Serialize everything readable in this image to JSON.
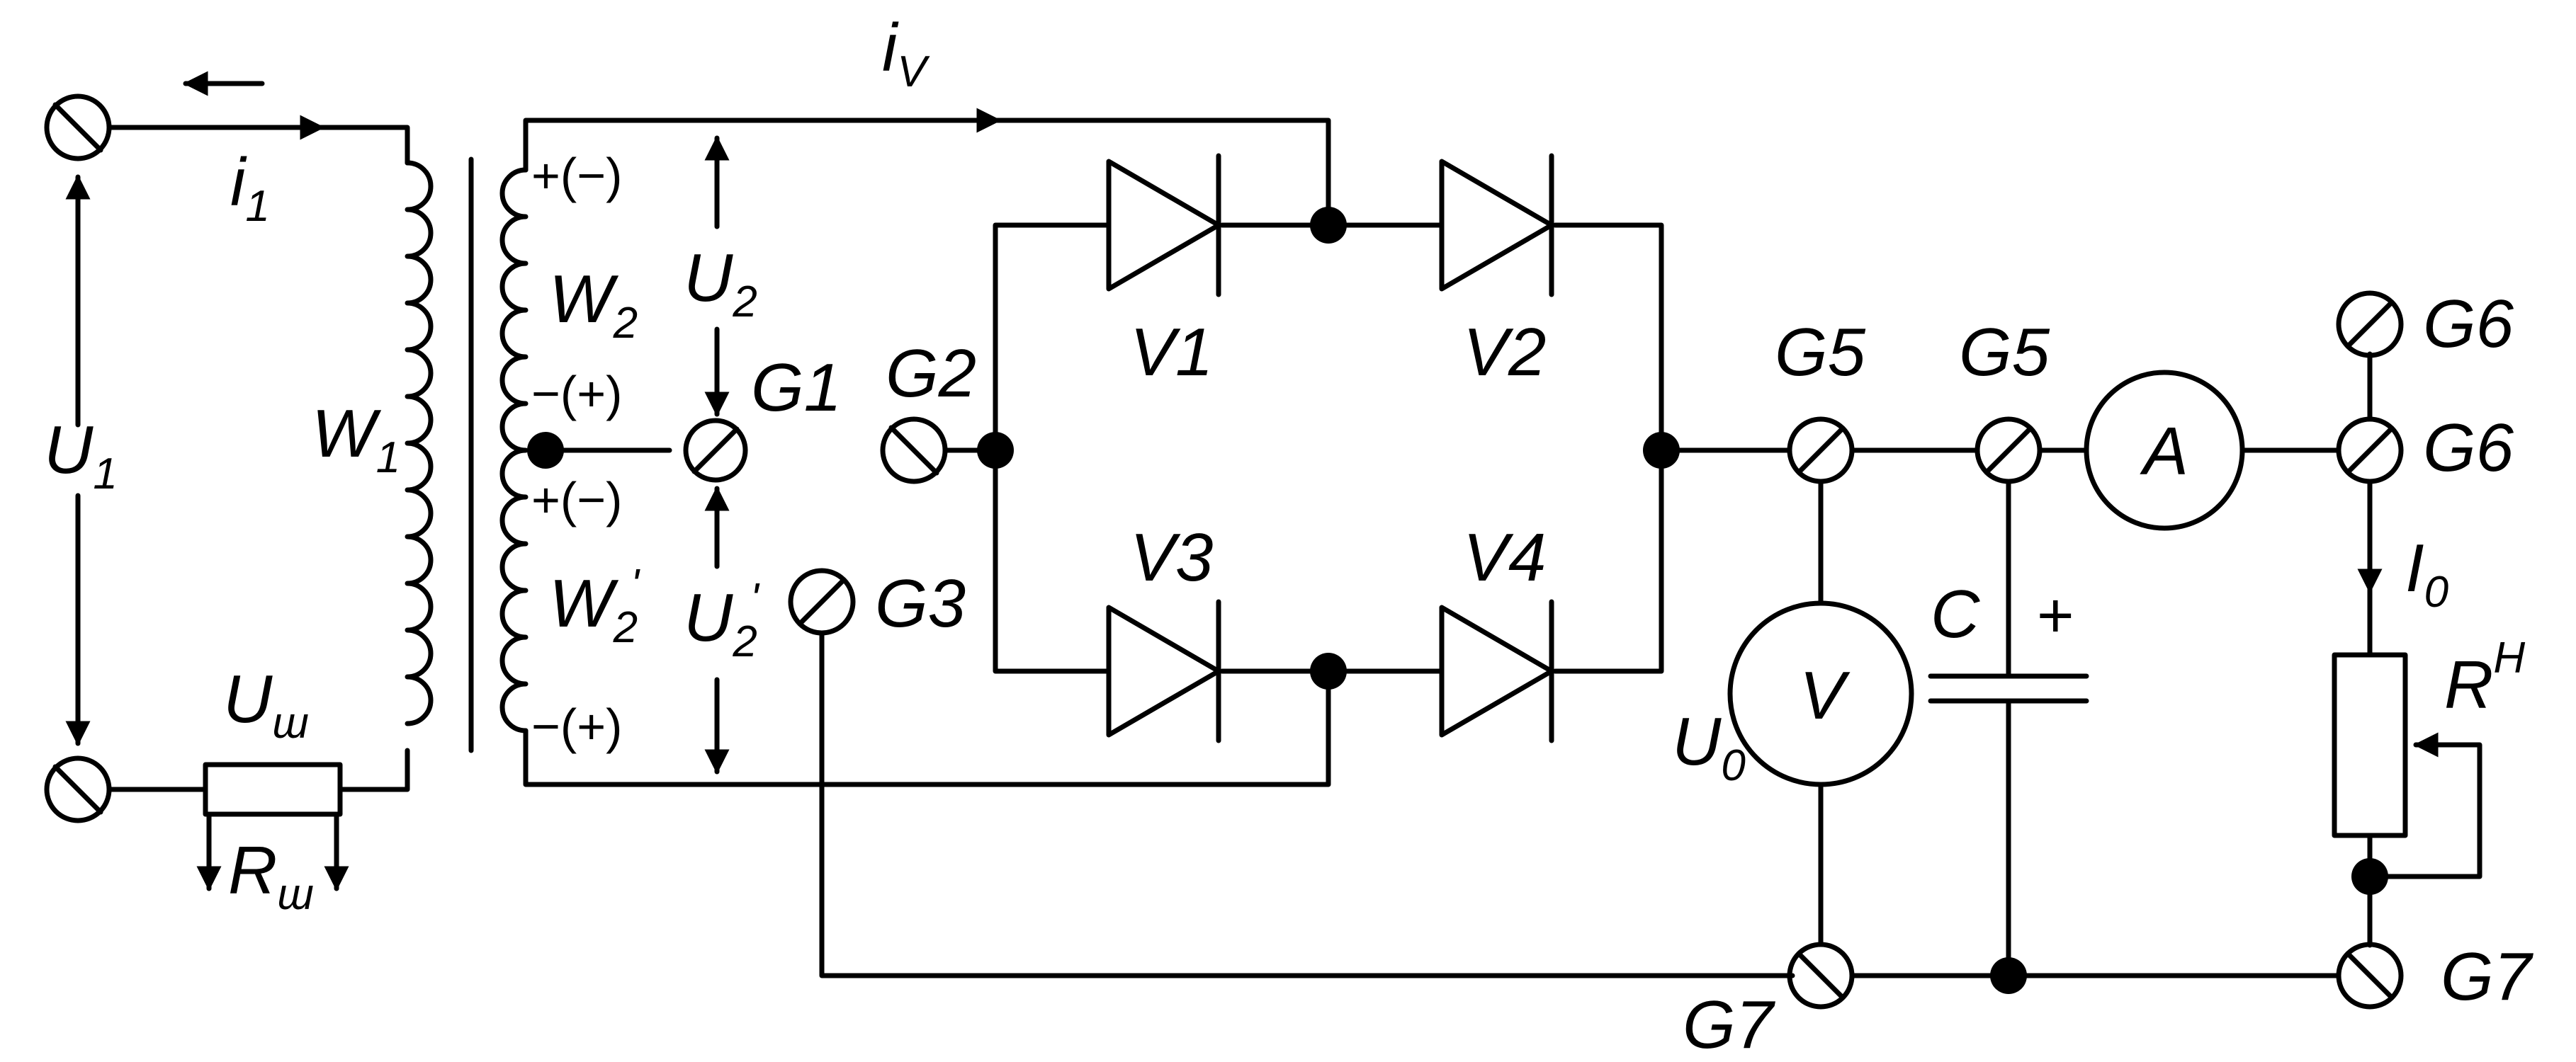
{
  "labels": {
    "u1": "U",
    "u1_sub": "1",
    "i1": "i",
    "i1_sub": "1",
    "w1": "W",
    "w1_sub": "1",
    "uw": "U",
    "uw_sub": "ш",
    "rw": "R",
    "rw_sub": "ш",
    "iv": "i",
    "iv_sub": "V",
    "w2": "W",
    "w2_sub": "2",
    "w2p": "W",
    "w2p_sub": "2",
    "w2p_prime": "'",
    "u2": "U",
    "u2_sub": "2",
    "u2p": "U",
    "u2p_sub": "2",
    "u2p_prime": "'",
    "g1": "G1",
    "g2": "G2",
    "g3": "G3",
    "v1": "V1",
    "v2": "V2",
    "v3": "V3",
    "v4": "V4",
    "g5_left": "G5",
    "g5_right": "G5",
    "g6_top": "G6",
    "g6_mid": "G6",
    "g7_left": "G7",
    "g7_right": "G7",
    "ammeter": "A",
    "voltmeter": "V",
    "u0": "U",
    "u0_sub": "0",
    "cap": "C",
    "cap_plus": "+",
    "i0": "I",
    "i0_sub": "0",
    "rh": "R",
    "rh_sub": "H",
    "pol_1": "+(−)",
    "pol_2": "−(+)",
    "pol_3": "+(−)",
    "pol_4": "−(+)"
  }
}
